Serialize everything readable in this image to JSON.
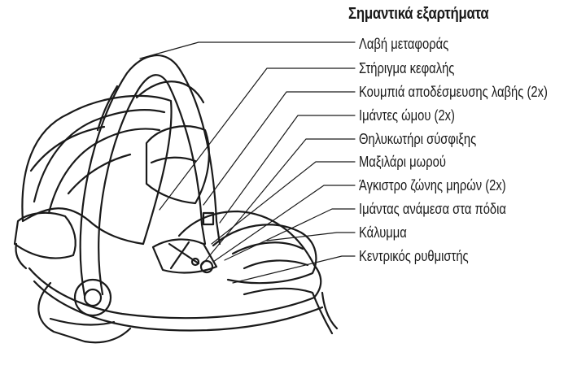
{
  "title": "Σημαντικά εξαρτήματα",
  "parts": [
    "Λαβή μεταφοράς",
    "Στήριγμα κεφαλής",
    "Κουμπιά αποδέσμευσης λαβής (2x)",
    "Ιμάντες ώμου (2x)",
    "Θηλυκωτήρι σύσφιξης",
    "Μαξιλάρι μωρού",
    "Άγκιστρο ζώνης μηρών (2x)",
    "Ιμάντας ανάμεσα στα πόδια",
    "Κάλυμμα",
    "Κεντρικός ρυθμιστής"
  ]
}
